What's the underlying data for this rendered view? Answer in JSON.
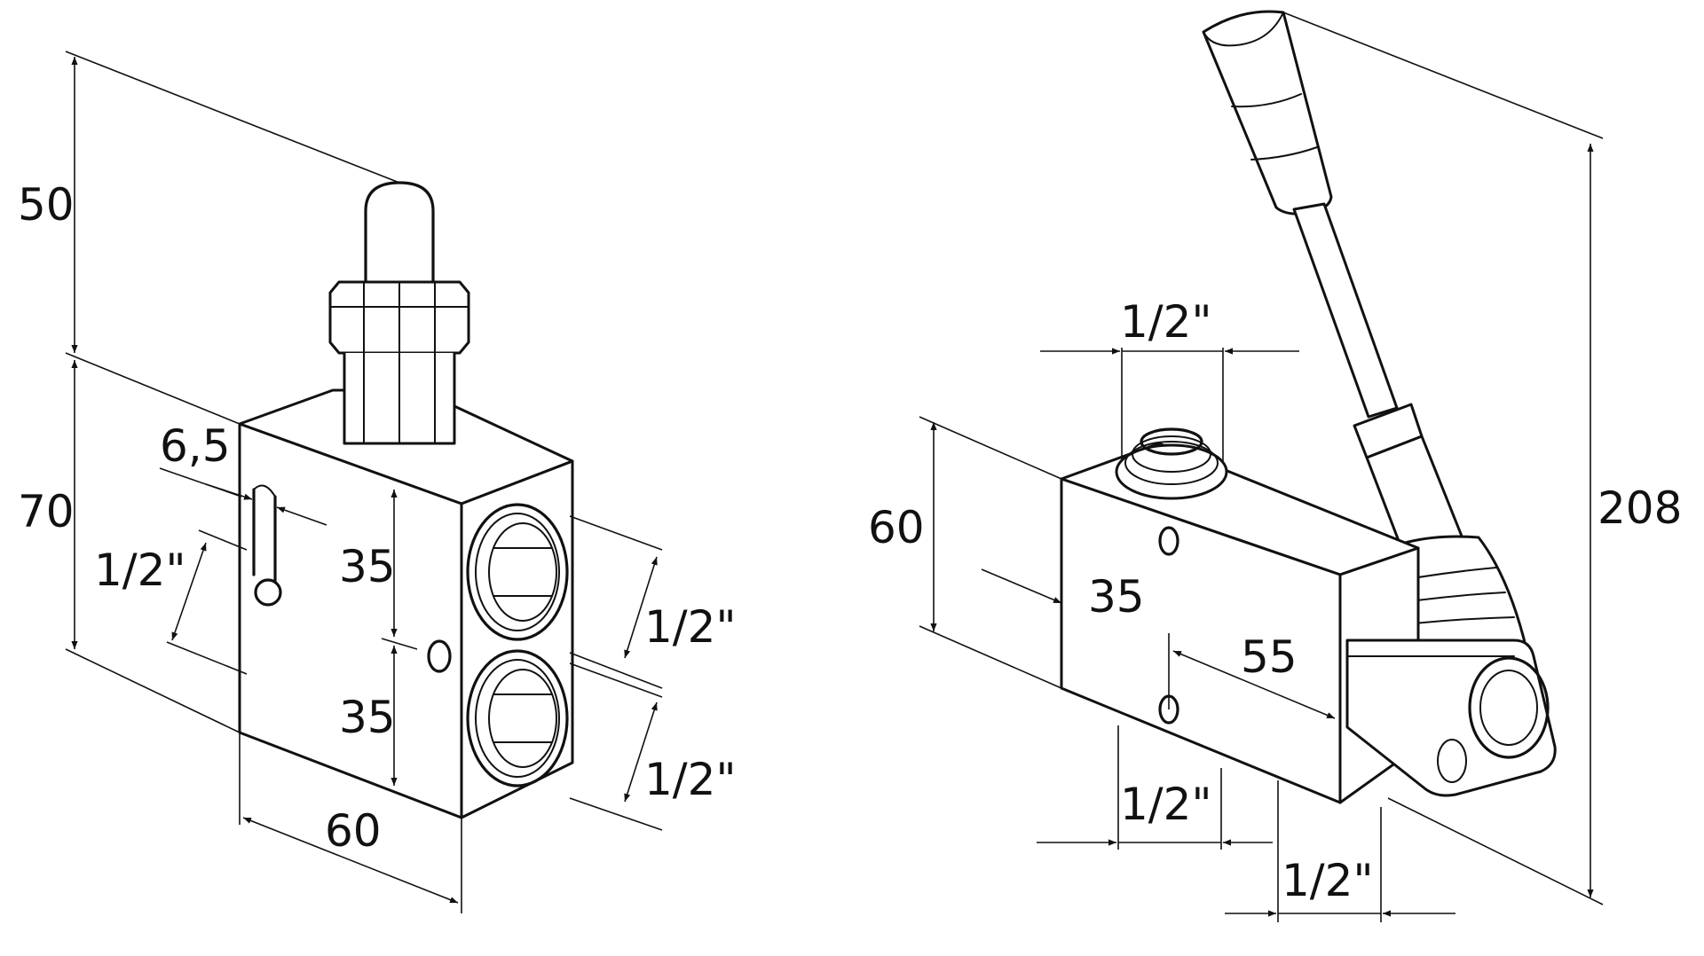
{
  "left_view": {
    "dimensions": {
      "handle_height": "50",
      "body_height": "70",
      "slot_width": "6,5",
      "side_port": "1/2\"",
      "port_spacing_upper": "35",
      "port_spacing_lower": "35",
      "front_port_upper": "1/2\"",
      "front_port_lower": "1/2\"",
      "body_width": "60"
    }
  },
  "right_view": {
    "dimensions": {
      "top_port": "1/2\"",
      "body_height": "60",
      "hole_spacing": "35",
      "body_length": "55",
      "overall_height": "208",
      "bottom_port_1": "1/2\"",
      "bottom_port_2": "1/2\""
    }
  }
}
